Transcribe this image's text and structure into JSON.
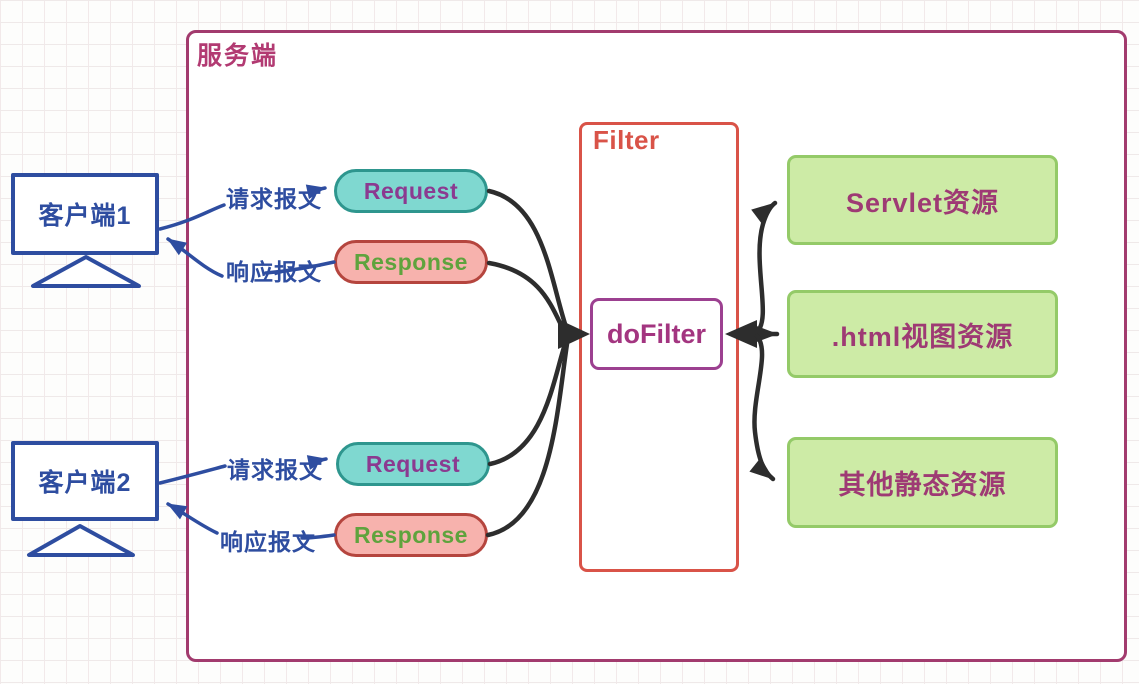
{
  "diagram": {
    "server": {
      "title": "服务端"
    },
    "clients": [
      {
        "label": "客户端1"
      },
      {
        "label": "客户端2"
      }
    ],
    "flow_labels": {
      "request": "请求报文",
      "response": "响应报文"
    },
    "pills": {
      "request": "Request",
      "response": "Response"
    },
    "filter": {
      "title": "Filter",
      "method": "doFilter"
    },
    "resources": [
      {
        "label": "Servlet资源"
      },
      {
        "label": ".html视图资源"
      },
      {
        "label": "其他静态资源"
      }
    ],
    "colors": {
      "server_border": "#a23b6e",
      "server_title": "#b23a72",
      "client_blue": "#2e4da0",
      "request_fill": "#7fd8d0",
      "request_border": "#2e968e",
      "request_text": "#8b3a90",
      "response_fill": "#f7b2ad",
      "response_border": "#b5453e",
      "response_text": "#5fa33d",
      "filter_red": "#d95348",
      "dofilter_border": "#9c4090",
      "dofilter_text": "#a33580",
      "resource_fill": "#cdeba6",
      "resource_border": "#94ca68",
      "resource_text": "#9e3a74",
      "arrow_black": "#2d2d2d"
    }
  }
}
